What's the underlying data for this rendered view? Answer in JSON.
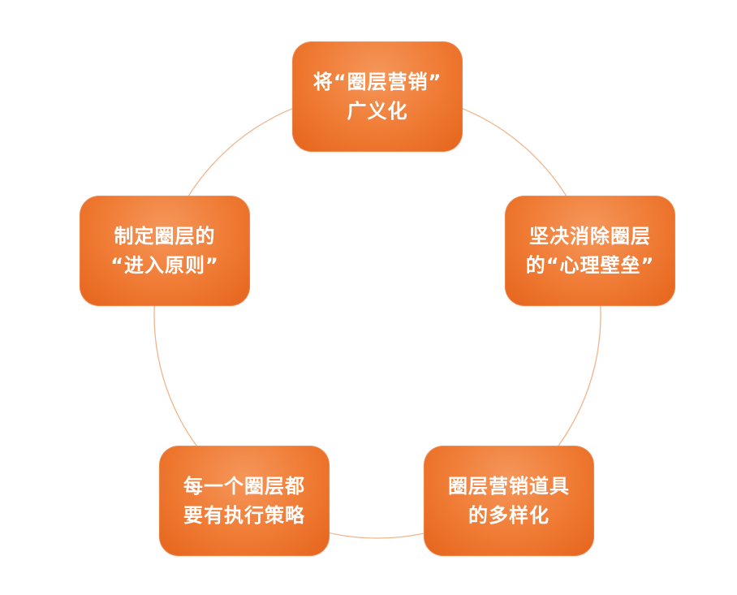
{
  "colors": {
    "node_fill": "#ef7a33",
    "node_text": "#ffffff",
    "ring_stroke": "#f0b48c",
    "background": "#ffffff"
  },
  "cycle": {
    "nodes": [
      {
        "line1": "将“圈层营销”",
        "line2": "广义化"
      },
      {
        "line1": "坚决消除圈层",
        "line2": "的“心理壁垒”"
      },
      {
        "line1": "圈层营销道具",
        "line2": "的多样化"
      },
      {
        "line1": "每一个圈层都",
        "line2": "要有执行策略"
      },
      {
        "line1": "制定圈层的",
        "line2": "“进入原则”"
      }
    ]
  }
}
